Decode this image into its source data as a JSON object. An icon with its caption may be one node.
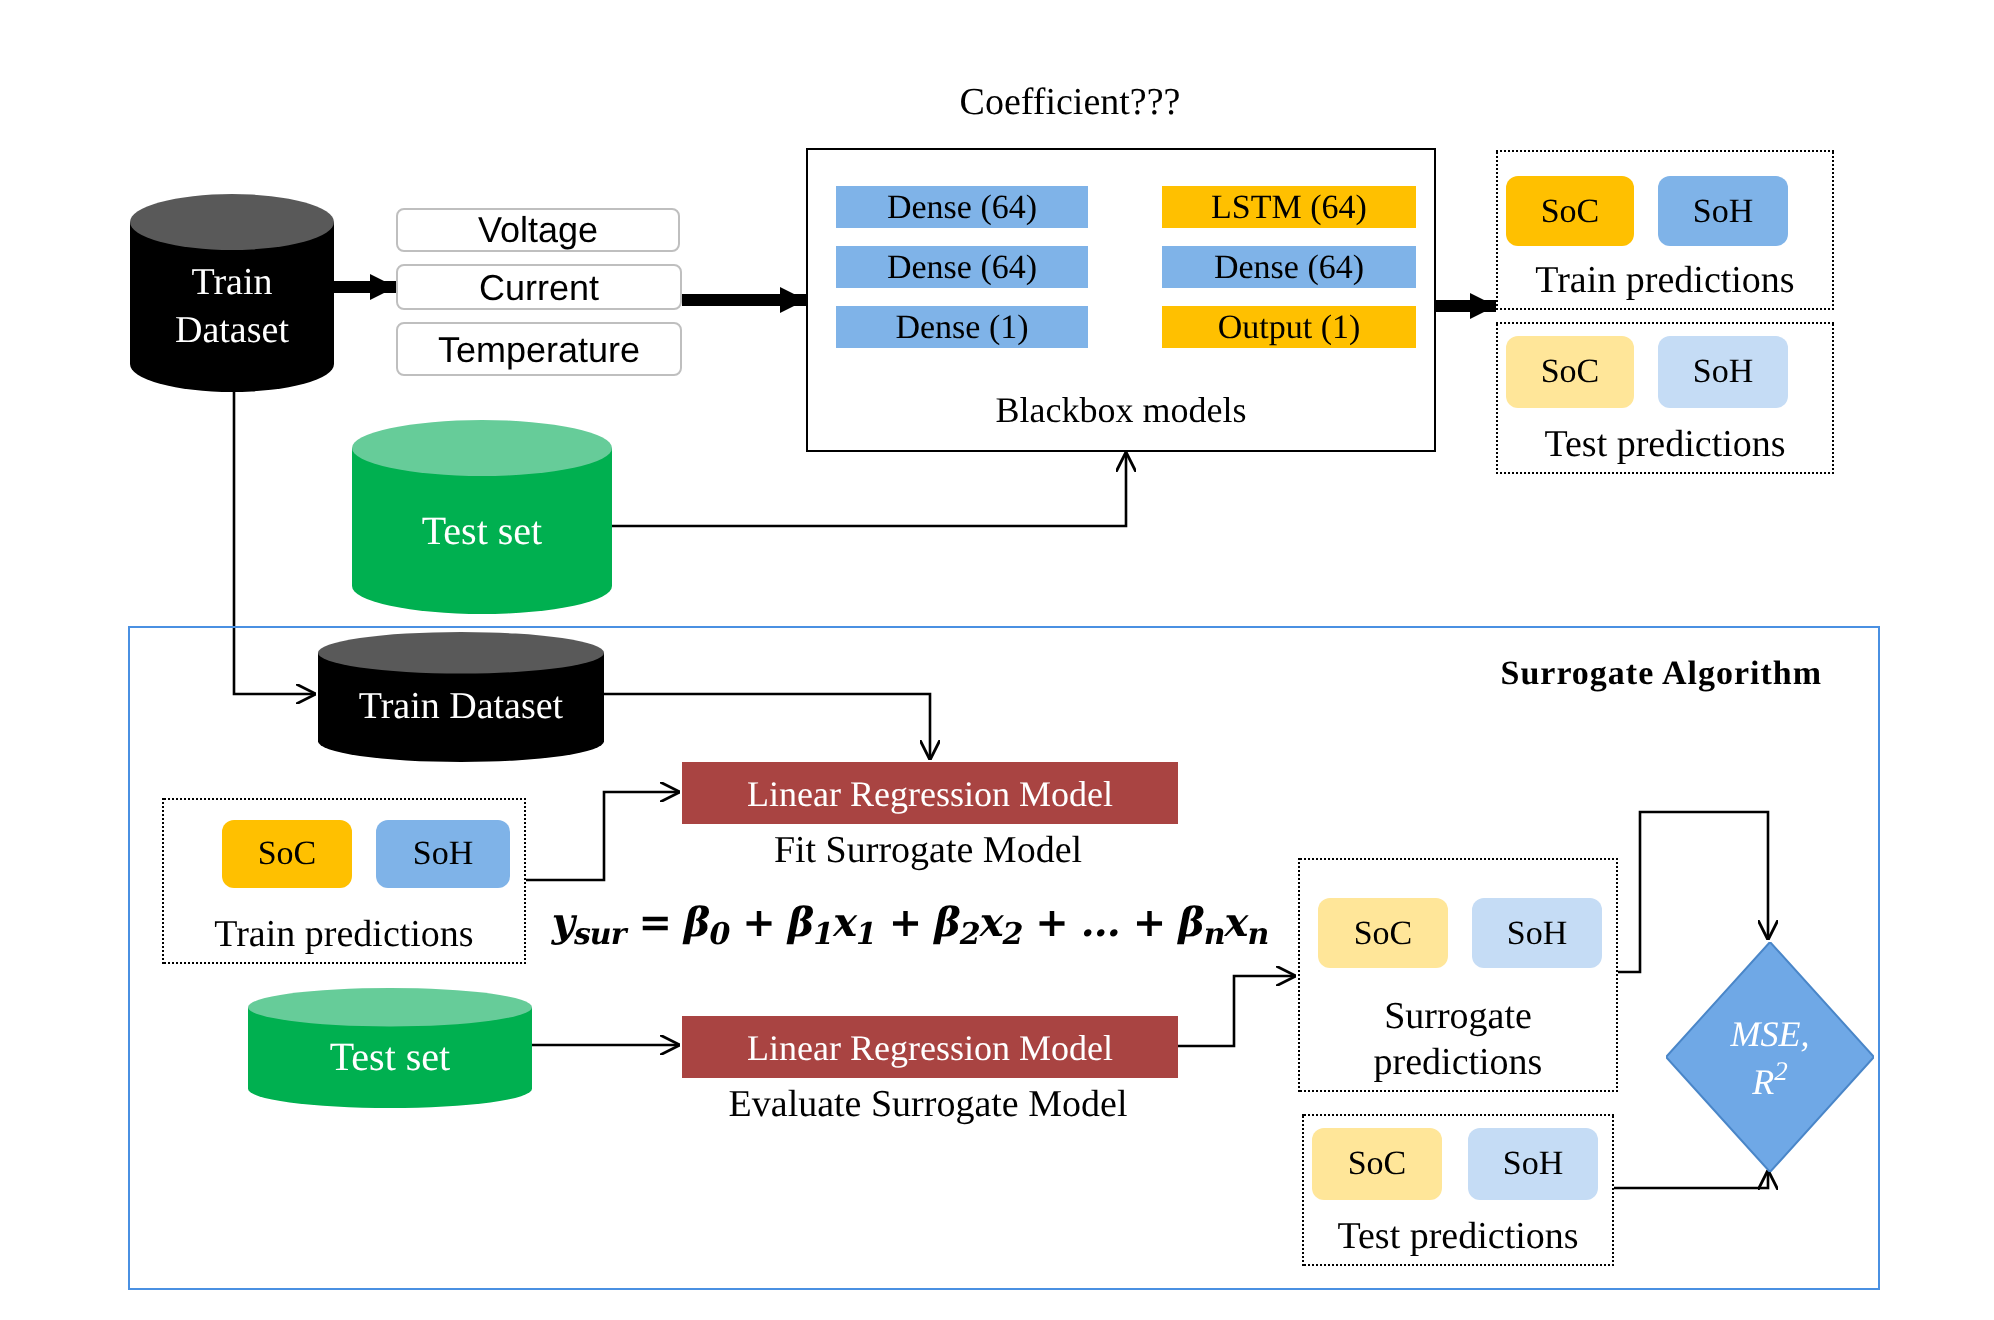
{
  "diagram": {
    "nodes": [
      {
        "text": [
          "Train Dataset"
        ]
      },
      {
        "text": [
          "Voltage"
        ]
      },
      {
        "text": [
          "Current"
        ]
      },
      {
        "text": [
          "Temperature"
        ]
      },
      {
        "text": [
          "Blackbox models"
        ]
      },
      {
        "text": [
          "Dense (64)"
        ],
        "in": 4
      },
      {
        "text": [
          "Dense (64)"
        ],
        "in": 4
      },
      {
        "text": [
          "Dense (1)"
        ],
        "in": 4
      },
      {
        "text": [
          "LSTM (64)"
        ],
        "in": 4
      },
      {
        "text": [
          "Dense (64)"
        ],
        "in": 4
      },
      {
        "text": [
          "Output (1)"
        ],
        "in": 4
      },
      {
        "text": [
          "Train predictions"
        ]
      },
      {
        "text": [
          "SoC"
        ],
        "in": 11
      },
      {
        "text": [
          "SoH"
        ],
        "in": 11
      },
      {
        "text": [
          "Test predictions"
        ]
      },
      {
        "text": [
          "SoC"
        ],
        "in": 14
      },
      {
        "text": [
          "SoH"
        ],
        "in": 14
      },
      {
        "text": [
          "Test set"
        ]
      },
      {
        "text": [
          "Surrogate Algorithm"
        ]
      },
      {
        "text": [
          "Train Dataset"
        ],
        "in": 18
      },
      {
        "text": [
          "Train predictions"
        ],
        "in": 18
      },
      {
        "text": [
          "SoC"
        ],
        "in": 20
      },
      {
        "text": [
          "SoH"
        ],
        "in": 20
      },
      {
        "text": [
          "Linear Regression Model"
        ],
        "in": 18,
        "beside": [
          "Fit Surrogate Model"
        ]
      },
      {
        "text": [
          "Test set"
        ],
        "in": 18
      },
      {
        "text": [
          "Linear Regression Model"
        ],
        "in": 18,
        "beside": [
          "Evaluate Surrogate Model"
        ]
      },
      {
        "text": [
          "Surrogate predictions"
        ],
        "in": 18
      },
      {
        "text": [
          "SoC"
        ],
        "in": 26
      },
      {
        "text": [
          "SoH"
        ],
        "in": 26
      },
      {
        "text": [
          "Test predictions"
        ],
        "in": 18
      },
      {
        "text": [
          "SoC"
        ],
        "in": 29
      },
      {
        "text": [
          "SoH"
        ],
        "in": 29
      },
      {
        "text": [
          "MSE, R$^{2}$"
        ],
        "in": 18
      }
    ],
    "edges": [
      {
        "from": 0,
        "to": 2,
        "arrow": "to",
        "style": "thick"
      },
      {
        "from": 2,
        "to": 4,
        "arrow": "to",
        "style": "thick"
      },
      {
        "from": 4,
        "to": 11,
        "arrow": "to",
        "style": "thick"
      },
      {
        "from": 17,
        "to": 4,
        "arrow": "to"
      },
      {
        "from": 0,
        "to": 19,
        "arrow": "to"
      },
      {
        "from": 19,
        "to": 23,
        "arrow": "to"
      },
      {
        "from": 20,
        "to": 23,
        "arrow": "to"
      },
      {
        "from": 24,
        "to": 25,
        "arrow": "to"
      },
      {
        "from": 25,
        "to": 26,
        "arrow": "to"
      },
      {
        "from": 26,
        "to": 32,
        "arrow": "to"
      },
      {
        "from": 29,
        "to": 32,
        "arrow": "to"
      }
    ],
    "labels": [
      "Coefficient???",
      "y$_{sur}$ = β$_{0}$ + β$_{1}$x$_{1}$ + β$_{2}$x$_{2}$ + … + β$_{n}$x$_{n}$"
    ]
  }
}
